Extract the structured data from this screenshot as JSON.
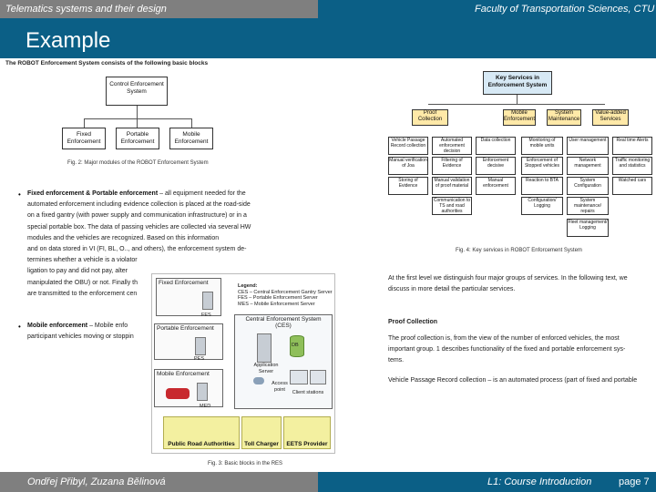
{
  "header": {
    "left_title": "Telematics systems and their design",
    "right_title": "Faculty of Transportation Sciences, CTU"
  },
  "slide": {
    "title": "Example"
  },
  "footer": {
    "authors": "Ondřej Přibyl, Zuzana Bělinová",
    "course": "L1: Course Introduction",
    "page": "page 7"
  },
  "left_doc": {
    "intro": "The ROBOT Enforcement System consists of the following basic blocks",
    "fig2": {
      "top": "Control Enforcement System",
      "fixed": "Fixed Enforcement",
      "portable": "Portable Enforcement",
      "mobile": "Mobile Enforcement",
      "caption": "Fig. 2: Major modules of the ROBOT Enforcement System"
    },
    "bullet1_title": "Fixed enforcement & Portable enforcement",
    "bullet1_lines": [
      " – all equipment needed for the",
      "automated enforcement including evidence collection is placed at the road-side",
      "on a fixed gantry (with power supply and communication infrastructure) or in a",
      "special portable box. The data of passing vehicles are collected via several HW",
      "modules and the vehicles are recognized. Based on this information",
      "and on data stored in VI (FI, BL, O.., and others), the enforcement system de-",
      "termines whether a vehicle is a violator",
      "ligation to pay and did not pay, alter",
      "manipulated the OBU) or not. Finally th",
      "are transmitted to the enforcement cen"
    ],
    "bullet2_title": "Mobile enforcement",
    "bullet2_lines": [
      " – Mobile enfo",
      "participant vehicles moving or stoppin"
    ]
  },
  "fig3": {
    "fixed": "Fixed Enforcement",
    "fes": "FES",
    "portable": "Portable Enforcement",
    "pes": "PES",
    "mobile": "Mobile Enforcement",
    "med": "MED",
    "central": "Central Enforcement System (CES)",
    "legend_title": "Legend:",
    "legend": [
      "CES – Central Enforcement Gantry Server",
      "FES – Portable Enforcement Server",
      "MES – Mobile Enforcement Server"
    ],
    "db": "DB",
    "app_server": "Application Server",
    "access_point": "Access point",
    "client_stations": "Client stations",
    "bottom": [
      "Public Road Authorities",
      "Toll Charger",
      "EETS Provider"
    ],
    "caption": "Fig. 3: Basic blocks in the RES"
  },
  "fig4": {
    "top": "Key Services in Enforcement System",
    "columns": [
      {
        "title": "Proof Collection",
        "items": [
          "Vehicle Passage Record collection",
          "Manual verification of Joa",
          "Storing of Evidence"
        ]
      },
      {
        "title": "",
        "items": [
          "Automated enforcement decision",
          "Filtering of Evidence",
          "Manual validation of proof material",
          "Communication to TS and road authorities"
        ]
      },
      {
        "title": "Mobile Enforcement",
        "items": [
          "Data collection",
          "Enforcement decisive",
          "Manual enforcement"
        ]
      },
      {
        "title": "",
        "items": [
          "Monitoring of mobile units",
          "Enforcement of Stopped vehicles",
          "Reaction to BTA",
          "Configuration/ Logging"
        ]
      },
      {
        "title": "System Maintenance",
        "items": [
          "User management",
          "Network management",
          "System Configuration",
          "System maintenance/ repairs"
        ]
      },
      {
        "title": "Value-added Services",
        "items": [
          "Real time Alerts",
          "Traffic monitoring and statistics",
          "Watched cars"
        ]
      }
    ],
    "extra": "Fleet management/ Logging",
    "caption": "Fig. 4: Key services in ROBOT Enforcement System"
  },
  "right_doc": {
    "para1": [
      "At the first level we distinguish four major groups of services. In the following text, we",
      "discuss in more detail the particular services."
    ],
    "heading": "Proof Collection",
    "para2": [
      "The proof collection is, from the view of the number of enforced vehicles, the most",
      "important group. 1 describes functionality of the fixed and portable enforcement sys-",
      "tems."
    ],
    "para3": "Vehicle Passage Record collection – is an automated process (part of fixed and portable"
  },
  "colors": {
    "accent": "#0b5f86",
    "gray": "#7f7f7f",
    "yellow": "#f3f0a0"
  }
}
